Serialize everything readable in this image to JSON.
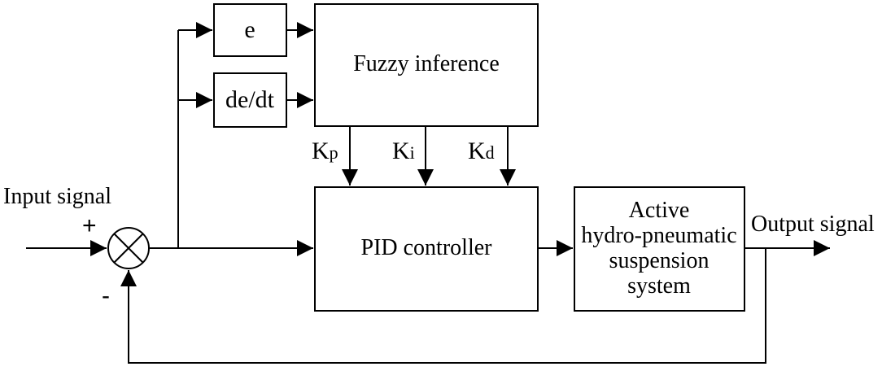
{
  "blocks": {
    "e": "e",
    "dedt": "de/dt",
    "fuzzy": "Fuzzy inference",
    "pid": "PID controller",
    "plant": [
      "Active",
      "hydro-pneumatic",
      "suspension",
      "system"
    ]
  },
  "gains": {
    "kp": {
      "main": "K",
      "sub": "p"
    },
    "ki": {
      "main": "K",
      "sub": "i"
    },
    "kd": {
      "main": "K",
      "sub": "d"
    }
  },
  "signals": {
    "input": "Input signal",
    "output": "Output signal",
    "plus": "+",
    "minus": "-"
  }
}
